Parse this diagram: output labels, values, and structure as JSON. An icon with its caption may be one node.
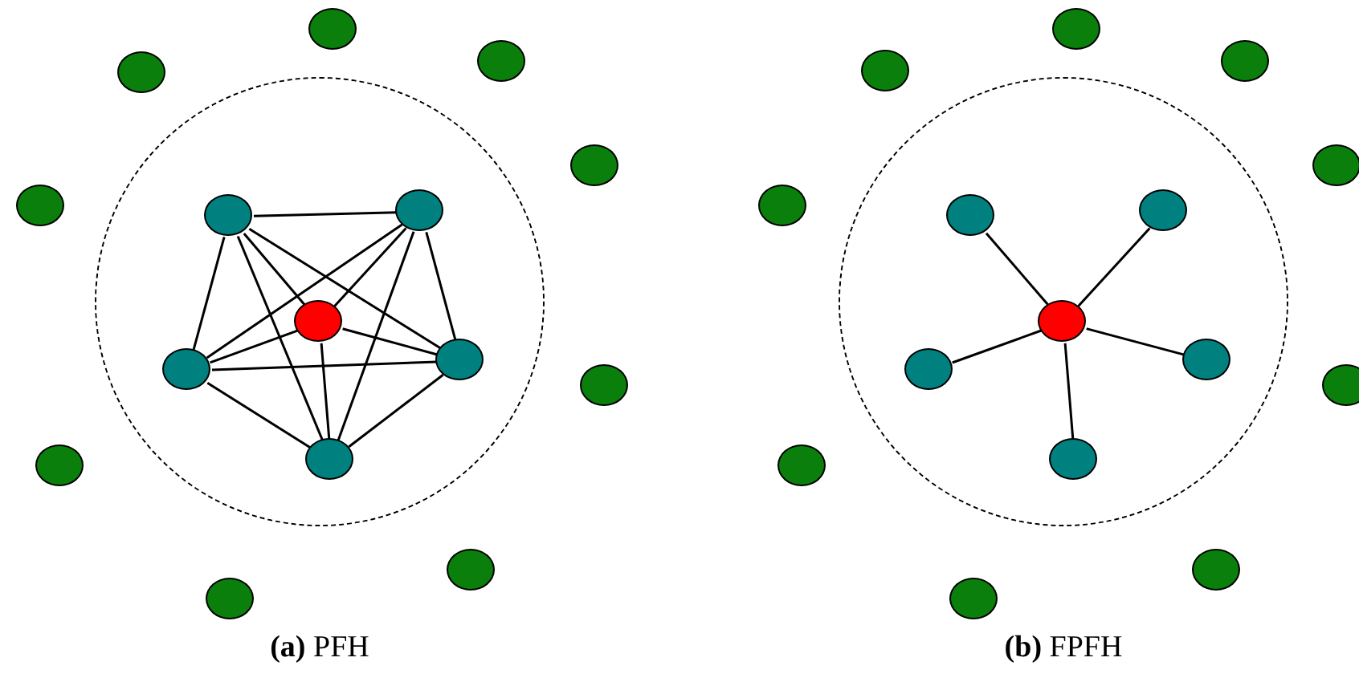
{
  "diagram": {
    "nodes": [
      {
        "text": [],
        "shape": "circle"
      },
      {
        "text": [],
        "shape": "circle",
        "in": 0
      },
      {
        "text": [],
        "shape": "circle",
        "in": 0
      },
      {
        "text": [],
        "shape": "circle",
        "in": 0
      },
      {
        "text": [],
        "shape": "circle",
        "in": 0
      },
      {
        "text": [],
        "shape": "circle",
        "in": 0
      },
      {
        "text": [],
        "shape": "circle",
        "in": 0
      },
      {
        "text": [],
        "shape": "circle"
      },
      {
        "text": [],
        "shape": "circle"
      },
      {
        "text": [],
        "shape": "circle"
      },
      {
        "text": [],
        "shape": "circle"
      },
      {
        "text": [],
        "shape": "circle"
      },
      {
        "text": [],
        "shape": "circle"
      },
      {
        "text": [],
        "shape": "circle"
      },
      {
        "text": [],
        "shape": "circle"
      },
      {
        "text": [],
        "shape": "circle"
      },
      {
        "text": [],
        "shape": "circle"
      },
      {
        "text": [],
        "shape": "circle",
        "in": 16
      },
      {
        "text": [],
        "shape": "circle",
        "in": 16
      },
      {
        "text": [],
        "shape": "circle",
        "in": 16
      },
      {
        "text": [],
        "shape": "circle",
        "in": 16
      },
      {
        "text": [],
        "shape": "circle",
        "in": 16
      },
      {
        "text": [],
        "shape": "circle",
        "in": 16
      },
      {
        "text": [],
        "shape": "circle"
      },
      {
        "text": [],
        "shape": "circle"
      },
      {
        "text": [],
        "shape": "circle"
      },
      {
        "text": [],
        "shape": "circle"
      },
      {
        "text": [],
        "shape": "circle"
      },
      {
        "text": [],
        "shape": "circle"
      },
      {
        "text": [],
        "shape": "circle"
      },
      {
        "text": [],
        "shape": "circle"
      },
      {
        "text": [],
        "shape": "circle"
      }
    ],
    "edges": [
      {
        "from": 1,
        "to": 2,
        "arrow": "none"
      },
      {
        "from": 1,
        "to": 3,
        "arrow": "none"
      },
      {
        "from": 1,
        "to": 4,
        "arrow": "none"
      },
      {
        "from": 1,
        "to": 5,
        "arrow": "none"
      },
      {
        "from": 1,
        "to": 6,
        "arrow": "none"
      },
      {
        "from": 2,
        "to": 3,
        "arrow": "none"
      },
      {
        "from": 2,
        "to": 4,
        "arrow": "none"
      },
      {
        "from": 2,
        "to": 5,
        "arrow": "none"
      },
      {
        "from": 2,
        "to": 6,
        "arrow": "none"
      },
      {
        "from": 3,
        "to": 4,
        "arrow": "none"
      },
      {
        "from": 3,
        "to": 5,
        "arrow": "none"
      },
      {
        "from": 3,
        "to": 6,
        "arrow": "none"
      },
      {
        "from": 4,
        "to": 5,
        "arrow": "none"
      },
      {
        "from": 4,
        "to": 6,
        "arrow": "none"
      },
      {
        "from": 5,
        "to": 6,
        "arrow": "none"
      },
      {
        "from": 19,
        "to": 17,
        "arrow": "none"
      },
      {
        "from": 19,
        "to": 18,
        "arrow": "none"
      },
      {
        "from": 19,
        "to": 20,
        "arrow": "none"
      },
      {
        "from": 19,
        "to": 21,
        "arrow": "none"
      },
      {
        "from": 19,
        "to": 22,
        "arrow": "none"
      }
    ],
    "labels": [
      "**(a)** PFH",
      "**(b)** FPFH"
    ]
  }
}
